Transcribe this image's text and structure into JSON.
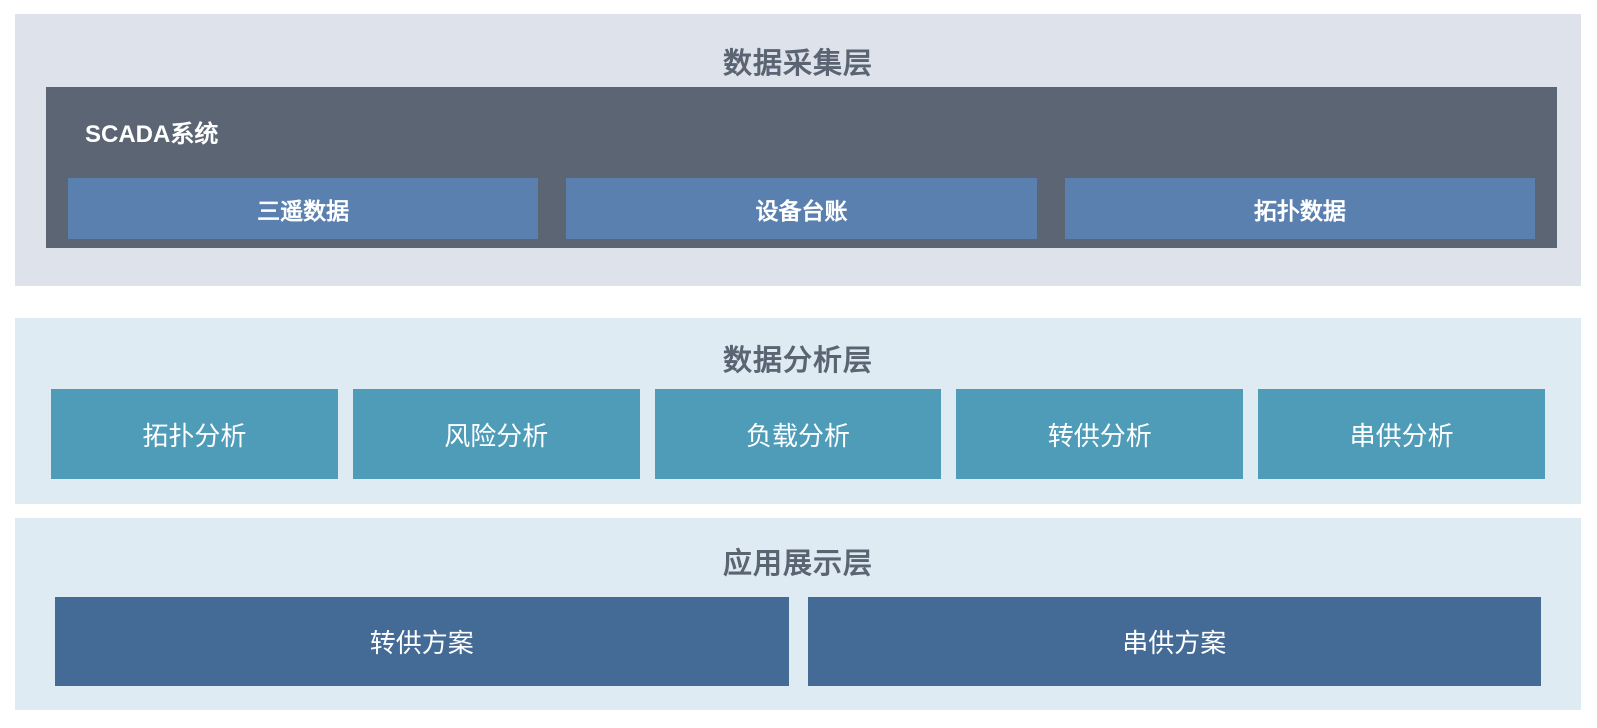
{
  "diagram": {
    "title_text_color": "#5b6472",
    "background": "#ffffff"
  },
  "layers": {
    "collection": {
      "title": "数据采集层",
      "background": "#dee2ea",
      "panel": {
        "label": "SCADA系统",
        "background": "#5c6574",
        "items": [
          {
            "label": "三遥数据",
            "color": "#5a80b0"
          },
          {
            "label": "设备台账",
            "color": "#5a80b0"
          },
          {
            "label": "拓扑数据",
            "color": "#5a80b0"
          }
        ]
      }
    },
    "analysis": {
      "title": "数据分析层",
      "background": "#dfebf2",
      "items": [
        {
          "label": "拓扑分析",
          "color": "#4f9cb9"
        },
        {
          "label": "风险分析",
          "color": "#4f9cb9"
        },
        {
          "label": "负载分析",
          "color": "#4f9cb9"
        },
        {
          "label": "转供分析",
          "color": "#4f9cb9"
        },
        {
          "label": "串供分析",
          "color": "#4f9cb9"
        }
      ]
    },
    "application": {
      "title": "应用展示层",
      "background": "#dfebf2",
      "items": [
        {
          "label": "转供方案",
          "color": "#446b95"
        },
        {
          "label": "串供方案",
          "color": "#446b95"
        }
      ]
    }
  }
}
